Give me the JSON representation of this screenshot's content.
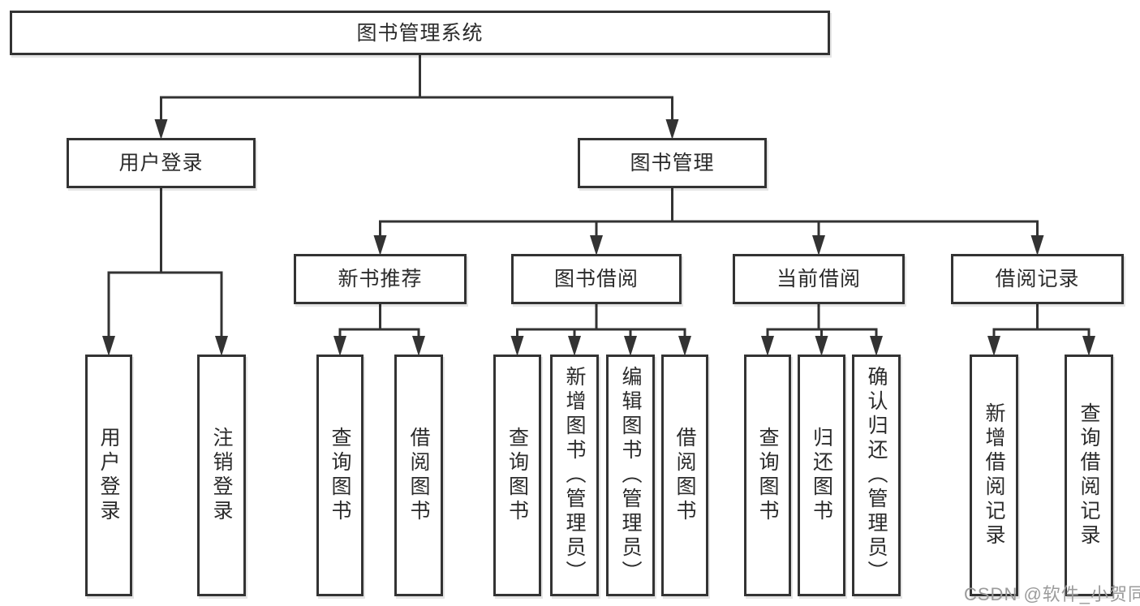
{
  "diagram": {
    "title": "图书管理系统",
    "watermark": "CSDN @软件_小贺同学",
    "colors": {
      "line": "#333333",
      "box_border": "#333333",
      "box_background": "#ffffff",
      "text": "#2b2b2b",
      "watermark": "#9b9b9b",
      "background": "#ffffff"
    }
  },
  "nodes": [
    {
      "id": "root",
      "label": "图书管理系统",
      "vertical": false,
      "children": [
        "login",
        "mgmt"
      ]
    },
    {
      "id": "login",
      "label": "用户登录",
      "vertical": false,
      "children": [
        "login-user",
        "logout"
      ]
    },
    {
      "id": "mgmt",
      "label": "图书管理",
      "vertical": false,
      "children": [
        "new-books",
        "borrow",
        "current",
        "records"
      ]
    },
    {
      "id": "new-books",
      "label": "新书推荐",
      "vertical": false,
      "children": [
        "nb-query",
        "nb-borrow"
      ]
    },
    {
      "id": "borrow",
      "label": "图书借阅",
      "vertical": false,
      "children": [
        "bw-query",
        "bw-add",
        "bw-edit",
        "bw-borrow"
      ]
    },
    {
      "id": "current",
      "label": "当前借阅",
      "vertical": false,
      "children": [
        "cur-query",
        "cur-return",
        "cur-confirm"
      ]
    },
    {
      "id": "records",
      "label": "借阅记录",
      "vertical": false,
      "children": [
        "rec-add",
        "rec-query"
      ]
    },
    {
      "id": "login-user",
      "label": "用户登录",
      "vertical": true,
      "children": []
    },
    {
      "id": "logout",
      "label": "注销登录",
      "vertical": true,
      "children": []
    },
    {
      "id": "nb-query",
      "label": "查询图书",
      "vertical": true,
      "children": []
    },
    {
      "id": "nb-borrow",
      "label": "借阅图书",
      "vertical": true,
      "children": []
    },
    {
      "id": "bw-query",
      "label": "查询图书",
      "vertical": true,
      "children": []
    },
    {
      "id": "bw-add",
      "label": "新增图书（管理员）",
      "vertical": true,
      "children": []
    },
    {
      "id": "bw-edit",
      "label": "编辑图书（管理员）",
      "vertical": true,
      "children": []
    },
    {
      "id": "bw-borrow",
      "label": "借阅图书",
      "vertical": true,
      "children": []
    },
    {
      "id": "cur-query",
      "label": "查询图书",
      "vertical": true,
      "children": []
    },
    {
      "id": "cur-return",
      "label": "归还图书",
      "vertical": true,
      "children": []
    },
    {
      "id": "cur-confirm",
      "label": "确认归还（管理员）",
      "vertical": true,
      "children": []
    },
    {
      "id": "rec-add",
      "label": "新增借阅记录",
      "vertical": true,
      "children": []
    },
    {
      "id": "rec-query",
      "label": "查询借阅记录",
      "vertical": true,
      "children": []
    }
  ]
}
